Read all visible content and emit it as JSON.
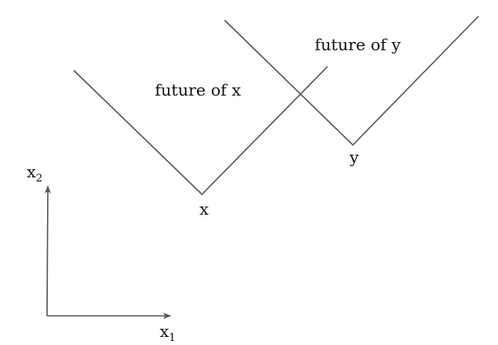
{
  "diagram": {
    "regions": {
      "future_x": "future of x",
      "future_y": "future of y"
    },
    "points": {
      "x": "x",
      "y": "y"
    },
    "axes": {
      "horizontal": {
        "base": "x",
        "index": "1"
      },
      "vertical": {
        "base": "x",
        "index": "2"
      }
    },
    "stroke_color": "#555555"
  }
}
